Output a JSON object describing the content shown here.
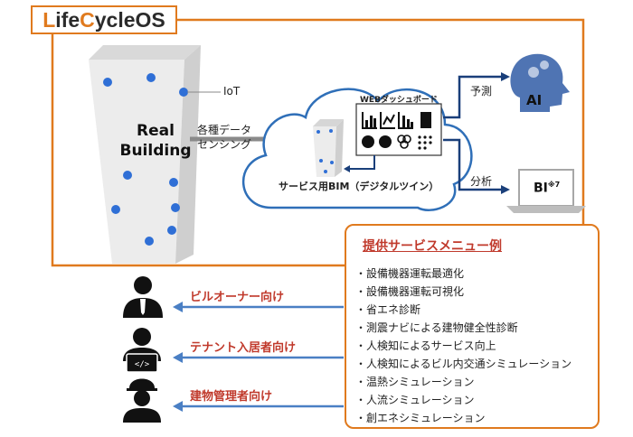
{
  "logo": {
    "part1": "L",
    "part2": "ife",
    "part3": "C",
    "part4": "ycleOS"
  },
  "building": {
    "line1": "Real",
    "line2": "Building"
  },
  "iot_label": "IoT",
  "sensing": {
    "line1": "各種データ",
    "line2": "センシング"
  },
  "dashboard_label": "WEBダッシュボード",
  "cloud_label": "サービス用BIM（デジタルツイン）",
  "predict_label": "予測",
  "analysis_label": "分析",
  "ai_label": "AI",
  "bi_label": "BI",
  "bi_note": "※7",
  "menu": {
    "title": "提供サービスメニュー例",
    "items": [
      "設備機器運転最適化",
      "設備機器運転可視化",
      "省エネ診断",
      "測震ナビによる建物健全性診断",
      "人検知によるサービス向上",
      "人検知によるビル内交通シミュレーション",
      "温熱シミュレーション",
      "人流シミュレーション",
      "創エネシミュレーション"
    ]
  },
  "audiences": [
    "ビルオーナー向け",
    "テナント入居者向け",
    "建物管理者向け"
  ],
  "colors": {
    "accent": "#e07a1e",
    "cloud": "#2f6fb8",
    "arrow_blue": "#4a7fc4",
    "label_red": "#c0392b",
    "dot": "#2f6fd6"
  }
}
